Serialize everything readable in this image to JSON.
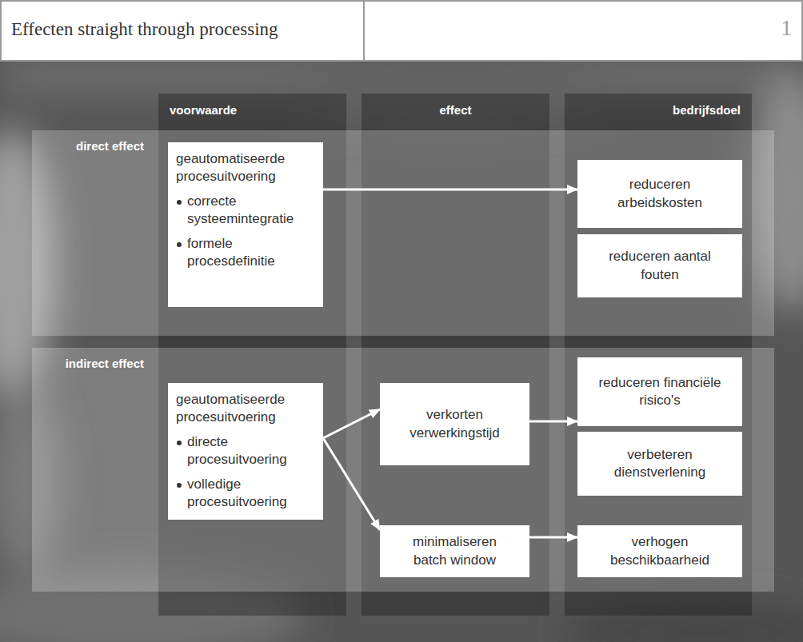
{
  "diagram": {
    "title": "Effecten straight through processing",
    "nodes": [
      {
        "text": [
          "voorwaarde"
        ]
      },
      {
        "text": [
          "effect"
        ]
      },
      {
        "text": [
          "bedrijfsdoel"
        ]
      },
      {
        "text": [
          "direct effect"
        ]
      },
      {
        "text": [
          "geautomatiseerde procesuitvoering",
          "correcte systeemintegratie",
          "formele procesdefinitie"
        ],
        "in": 3
      },
      {
        "text": [
          "reduceren arbeidskosten"
        ],
        "in": 3
      },
      {
        "text": [
          "reduceren aantal fouten"
        ],
        "in": 3
      },
      {
        "text": [
          "indirect effect"
        ]
      },
      {
        "text": [
          "geautomatiseerde procesuitvoering",
          "directe procesuitvoering",
          "volledige procesuitvoering"
        ],
        "in": 7
      },
      {
        "text": [
          "verkorten verwerkingstijd"
        ],
        "in": 7
      },
      {
        "text": [
          "minimaliseren batch window"
        ],
        "in": 7
      },
      {
        "text": [
          "reduceren financiële risico's"
        ],
        "in": 7
      },
      {
        "text": [
          "verbeteren dienstverlening"
        ],
        "in": 7
      },
      {
        "text": [
          "verhogen beschikbaarheid"
        ],
        "in": 7
      }
    ],
    "edges": [
      {
        "from": 4,
        "to": 5,
        "arrow": "to"
      },
      {
        "from": 8,
        "to": 9,
        "arrow": "to"
      },
      {
        "from": 8,
        "to": 10,
        "arrow": "to"
      },
      {
        "from": 9,
        "to": 11,
        "arrow": "to"
      },
      {
        "from": 10,
        "to": 13,
        "arrow": "to"
      }
    ],
    "labels": [
      "1"
    ]
  }
}
